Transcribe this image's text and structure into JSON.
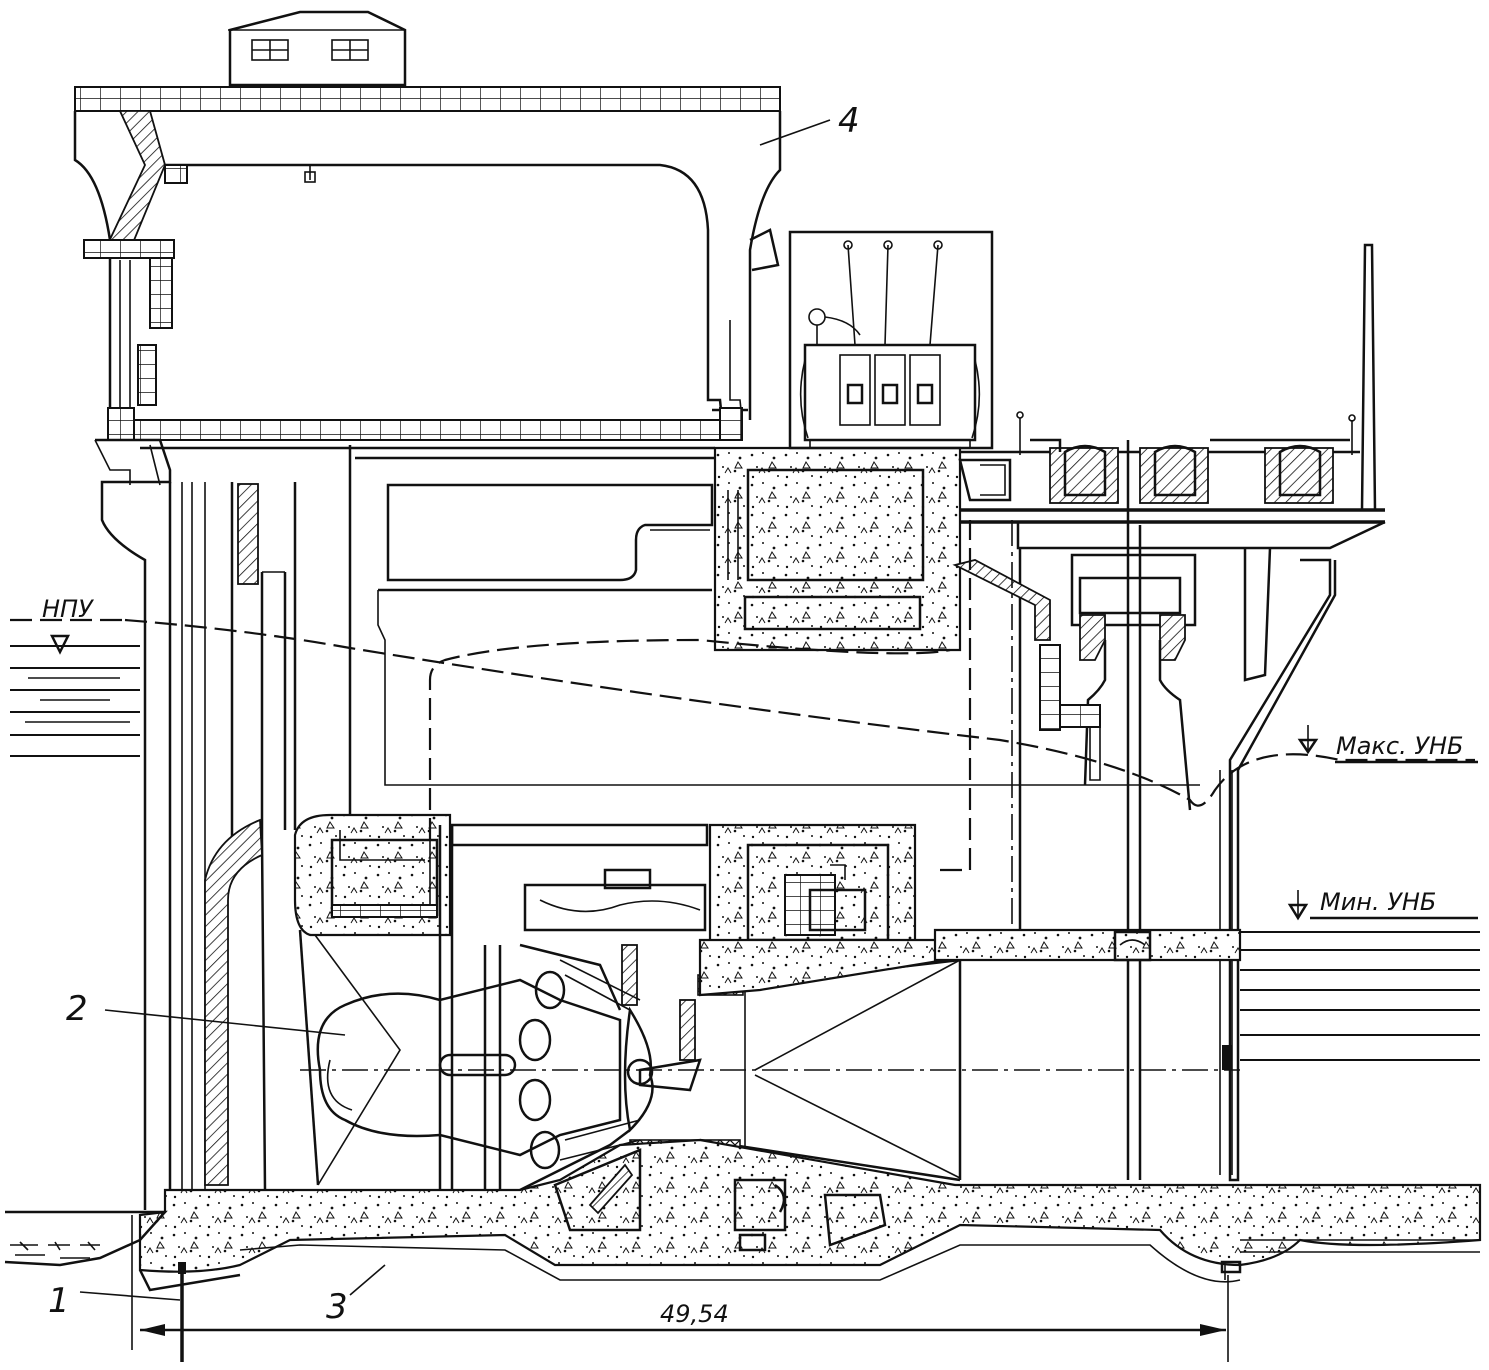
{
  "labels": {
    "npu": "НПУ",
    "max_unb": "Макс. УНБ",
    "min_unb": "Мин. УНБ",
    "callout_1": "1",
    "callout_2": "2",
    "callout_3": "3",
    "callout_4": "4",
    "dimension": "49,54"
  }
}
